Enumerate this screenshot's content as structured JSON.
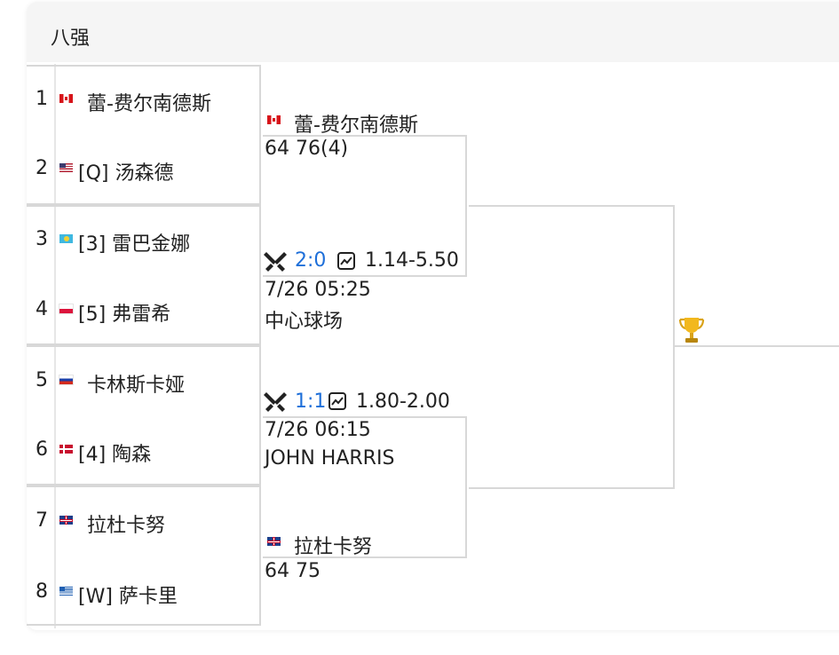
{
  "header": {
    "title": "八强"
  },
  "players": [
    {
      "seed_num": "1",
      "flag": "canada-flag",
      "name": "蕾-费尔南德斯"
    },
    {
      "seed_num": "2",
      "flag": "usa-flag",
      "name": "[Q] 汤森德"
    },
    {
      "seed_num": "3",
      "flag": "kazakhstan-flag",
      "name": "[3] 雷巴金娜"
    },
    {
      "seed_num": "4",
      "flag": "poland-flag",
      "name": "[5] 弗雷希"
    },
    {
      "seed_num": "5",
      "flag": "russia-flag",
      "name": "卡林斯卡娅"
    },
    {
      "seed_num": "6",
      "flag": "denmark-flag",
      "name": "[4] 陶森"
    },
    {
      "seed_num": "7",
      "flag": "uk-flag",
      "name": "拉杜卡努"
    },
    {
      "seed_num": "8",
      "flag": "greece-flag",
      "name": "[W] 萨卡里"
    }
  ],
  "semis": [
    {
      "winner": "蕾-费尔南德斯",
      "winner_flag": "canada-flag",
      "winner_score": "64 76(4)",
      "h2h_icon": "crossed-swords-icon",
      "h2h": "2:0",
      "odds_icon": "line-chart-icon",
      "odds": "1.14-5.50",
      "time": "7/26 05:25",
      "court": "中心球场"
    },
    {
      "h2h_icon": "crossed-swords-icon",
      "h2h": "1:1",
      "odds_icon": "line-chart-icon",
      "odds": "1.80-2.00",
      "time": "7/26 06:15",
      "court": "JOHN HARRIS",
      "winner": "拉杜卡努",
      "winner_flag": "uk-flag",
      "winner_score": "64 75"
    }
  ],
  "final": {
    "icon": "trophy-icon"
  }
}
